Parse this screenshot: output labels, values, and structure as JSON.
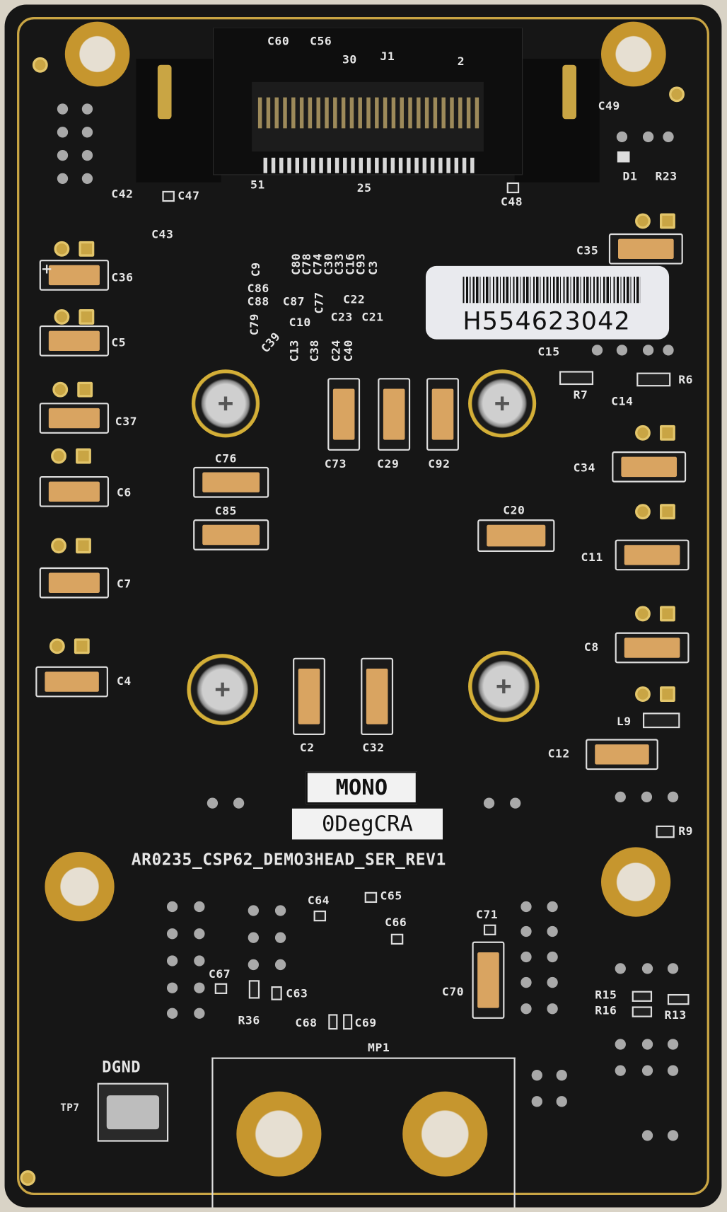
{
  "board": {
    "name": "AR0235_CSP62_DEMO3HEAD_SER_REV1",
    "mono_label": "MONO",
    "cra_label": "0DegCRA",
    "serial_sticker": "H554623042",
    "colors": {
      "solder_mask": "#161616",
      "gold": "#c9a544",
      "silkscreen": "#e6e6e6",
      "tantalum": "#d9a461"
    }
  },
  "connector": {
    "ref": "J1",
    "pin_30": "30",
    "pin_2": "2",
    "pin_51": "51",
    "pin_25": "25"
  },
  "test_point": {
    "ref": "TP7",
    "net": "DGND"
  },
  "mount": {
    "ref": "MP1"
  },
  "labels": {
    "C60": "C60",
    "C56": "C56",
    "C49": "C49",
    "D1": "D1",
    "R23": "R23",
    "C42": "C42",
    "C47": "C47",
    "C48": "C48",
    "C43": "C43",
    "C35": "C35",
    "C36": "C36",
    "C5": "C5",
    "C37": "C37",
    "C6": "C6",
    "C7": "C7",
    "C4": "C4",
    "C9": "C9",
    "C80": "C80",
    "C78": "C78",
    "C74": "C74",
    "C30": "C30",
    "C33": "C33",
    "C16": "C16",
    "C93": "C93",
    "C3": "C3",
    "C86": "C86",
    "C88": "C88",
    "C87": "C87",
    "C77": "C77",
    "C22": "C22",
    "C23": "C23",
    "C21": "C21",
    "C10": "C10",
    "C79": "C79",
    "C39": "C39",
    "C13": "C13",
    "C38": "C38",
    "C24": "C24",
    "C40": "C40",
    "C15": "C15",
    "R7": "R7",
    "C14": "C14",
    "R6": "R6",
    "C73": "C73",
    "C29": "C29",
    "C92": "C92",
    "C76": "C76",
    "C85": "C85",
    "C20": "C20",
    "C34": "C34",
    "C11": "C11",
    "C8": "C8",
    "L9": "L9",
    "C12": "C12",
    "C2": "C2",
    "C32": "C32",
    "R9": "R9",
    "C64": "C64",
    "C65": "C65",
    "C66": "C66",
    "C71": "C71",
    "C67": "C67",
    "R36": "R36",
    "C63": "C63",
    "C68": "C68",
    "C69": "C69",
    "C70": "C70",
    "R15": "R15",
    "R16": "R16",
    "R13": "R13"
  }
}
